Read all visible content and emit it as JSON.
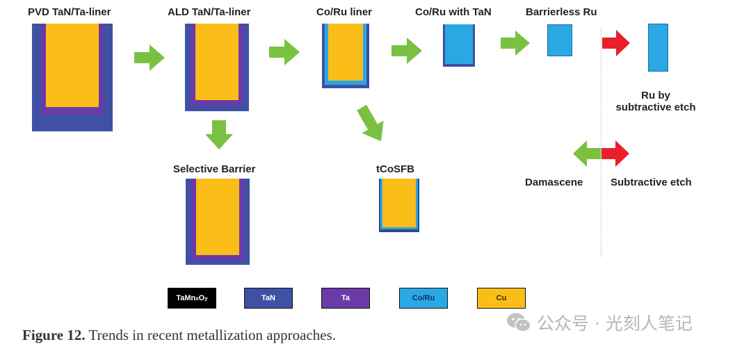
{
  "diagram": {
    "stages": {
      "pvd": "PVD TaN/Ta-liner",
      "ald": "ALD TaN/Ta-liner",
      "co_ru_liner": "Co/Ru liner",
      "co_ru_tan": "Co/Ru with TaN",
      "barrierless": "Barrierless Ru",
      "selective_barrier": "Selective Barrier",
      "tcosfb": "tCoSFB",
      "ru_subtractive_line1": "Ru by",
      "ru_subtractive_line2": "subtractive etch"
    },
    "direction_labels": {
      "damascene": "Damascene",
      "subtractive": "Subtractive etch"
    },
    "legend": [
      {
        "label_main": "TaMn",
        "sub1": "x",
        "mid": "O",
        "sub2": "y",
        "color": "#000000",
        "text_color": "#ffffff"
      },
      {
        "label": "TaN",
        "color": "#3f51a5",
        "text_color": "#ffffff"
      },
      {
        "label": "Ta",
        "color": "#6a3aa8",
        "text_color": "#ffffff"
      },
      {
        "label": "Co/Ru",
        "color": "#2aa8e4",
        "text_color": "#1a2a6a"
      },
      {
        "label": "Cu",
        "color": "#fbbd18",
        "text_color": "#3a2a00"
      }
    ],
    "colors": {
      "tan": "#3f51a5",
      "ta": "#6a3aa8",
      "co_ru": "#2aa8e4",
      "cu": "#fbbd18",
      "flow_arrow": "#7ac142",
      "subtractive_arrow": "#e8202a",
      "damascene_arrow": "#7ac142"
    }
  },
  "caption": {
    "prefix": "Figure 12.",
    "text": " Trends in recent metallization approaches."
  },
  "watermark": {
    "text": "公众号 · 光刻人笔记",
    "icon": "wechat-icon"
  }
}
